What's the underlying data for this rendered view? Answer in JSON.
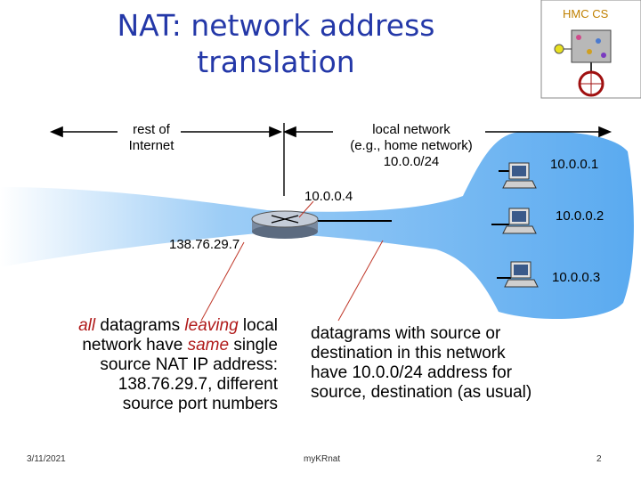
{
  "title": {
    "line1": "NAT: network address",
    "line2": "translation"
  },
  "labels": {
    "rest_of_internet_1": "rest of",
    "rest_of_internet_2": "Internet",
    "local_network_1": "local network",
    "local_network_2": "(e.g., home network)",
    "local_network_3": "10.0.0/24",
    "router_inside_ip": "10.0.0.4",
    "router_outside_ip": "138.76.29.7",
    "host1_ip": "10.0.0.1",
    "host2_ip": "10.0.0.2",
    "host3_ip": "10.0.0.3"
  },
  "captions": {
    "left": {
      "line1_em": "all",
      "line1_a": " datagrams ",
      "line1_em2": "leaving",
      "line1_b": " local",
      "line2_a": "network have ",
      "line2_em": "same",
      "line2_b": " single",
      "line3": "source NAT IP address:",
      "line4": "138.76.29.7, different",
      "line5": "source port numbers"
    },
    "right": {
      "line1": "datagrams with source or",
      "line2": "destination in this network",
      "line3": "have 10.0.0/24 address for",
      "line4": "source, destination (as usual)"
    }
  },
  "footer": {
    "date": "3/11/2021",
    "center": "myKRnat",
    "page": "2"
  },
  "colors": {
    "title": "#2438a8",
    "network_blue": "#5aaaf0",
    "emphasis_red": "#b01a1a"
  }
}
